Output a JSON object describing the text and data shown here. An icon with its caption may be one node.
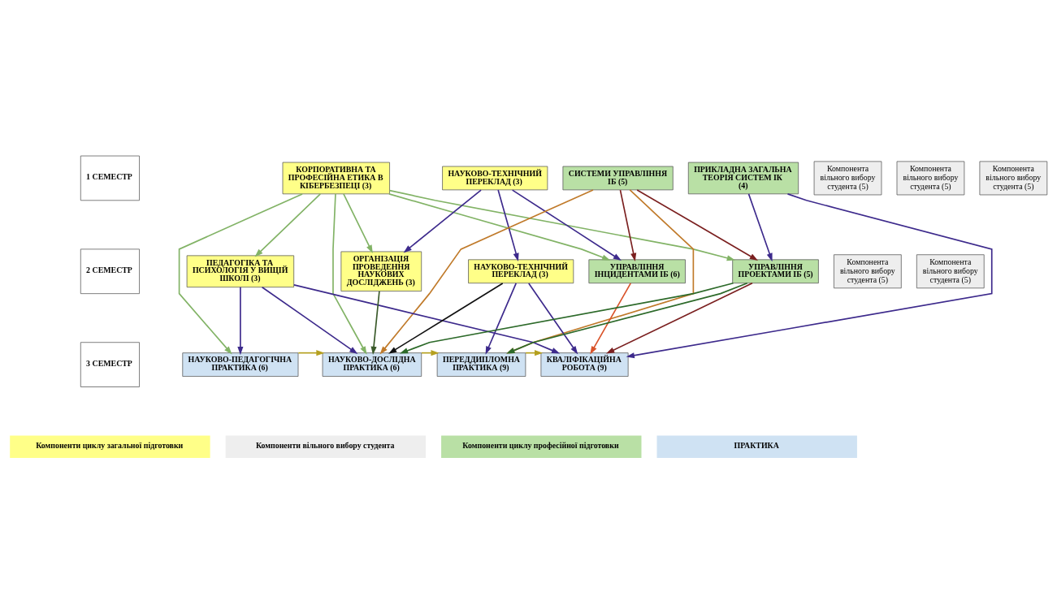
{
  "diagram": {
    "nodes": [
      {
        "text": [
          "1 СЕМЕСТР"
        ]
      },
      {
        "text": [
          "2 СЕМЕСТР"
        ]
      },
      {
        "text": [
          "3 СЕМЕСТР"
        ]
      },
      {
        "text": [
          "КОРПОРАТИВНА ТА ПРОФЕСІЙНА ЕТИКА В КІБЕРБЕЗПЕЦІ (3)"
        ]
      },
      {
        "text": [
          "НАУКОВО-ТЕХНІЧНИЙ ПЕРЕКЛАД (3)"
        ]
      },
      {
        "text": [
          "СИСТЕМИ УПРАВЛІННЯ ІБ (5)"
        ]
      },
      {
        "text": [
          "ПРИКЛАДНА ЗАГАЛЬНА ТЕОРІЯ СИСТЕМ ІК (4)"
        ]
      },
      {
        "text": [
          "Компонента вільного вибору студента (5)"
        ]
      },
      {
        "text": [
          "Компонента вільного вибору студента (5)"
        ]
      },
      {
        "text": [
          "Компонента вільного вибору студента (5)"
        ]
      },
      {
        "text": [
          "ПЕДАГОГІКА ТА ПСИХОЛОГІЯ У ВИЩІЙ ШКОЛІ (3)"
        ]
      },
      {
        "text": [
          "ОРГАНІЗАЦІЯ ПРОВЕДЕННЯ НАУКОВИХ ДОСЛІДЖЕНЬ (3)"
        ]
      },
      {
        "text": [
          "НАУКОВО-ТЕХНІЧНИЙ ПЕРЕКЛАД (3)"
        ]
      },
      {
        "text": [
          "УПРАВЛІННЯ ІНЦИДЕНТАМИ ІБ (6)"
        ]
      },
      {
        "text": [
          "УПРАВЛІННЯ ПРОЕКТАМИ ІБ (5)"
        ]
      },
      {
        "text": [
          "Компонента вільного вибору студента (5)"
        ]
      },
      {
        "text": [
          "Компонента вільного вибору студента (5)"
        ]
      },
      {
        "text": [
          "НАУКОВО-ПЕДАГОГІЧНА ПРАКТИКА (6)"
        ]
      },
      {
        "text": [
          "НАУКОВО-ДОСЛІДНА ПРАКТИКА (6)"
        ]
      },
      {
        "text": [
          "ПЕРЕДДИПЛОМНА ПРАКТИКА (9)"
        ]
      },
      {
        "text": [
          "КВАЛІФІКАЦІЙНА РОБОТА (9)"
        ]
      }
    ],
    "edges": [
      {
        "from": 3,
        "to": 10,
        "arrow": "to",
        "color": "#82b366"
      },
      {
        "from": 3,
        "to": 11,
        "arrow": "to",
        "color": "#82b366"
      },
      {
        "from": 3,
        "to": 13,
        "arrow": "to",
        "color": "#82b366"
      },
      {
        "from": 3,
        "to": 14,
        "arrow": "to",
        "color": "#82b366"
      },
      {
        "from": 3,
        "to": 17,
        "arrow": "to",
        "color": "#82b366"
      },
      {
        "from": 3,
        "to": 18,
        "arrow": "to",
        "color": "#82b366"
      },
      {
        "from": 4,
        "to": 11,
        "arrow": "to",
        "color": "#3d2a8c"
      },
      {
        "from": 4,
        "to": 12,
        "arrow": "to",
        "color": "#3d2a8c"
      },
      {
        "from": 4,
        "to": 13,
        "arrow": "to",
        "color": "#3d2a8c"
      },
      {
        "from": 5,
        "to": 18,
        "arrow": "to",
        "color": "#c07a2a"
      },
      {
        "from": 5,
        "to": 19,
        "arrow": "to",
        "color": "#c07a2a"
      },
      {
        "from": 5,
        "to": 13,
        "arrow": "to",
        "color": "#7b2020"
      },
      {
        "from": 5,
        "to": 14,
        "arrow": "to",
        "color": "#7b2020"
      },
      {
        "from": 6,
        "to": 14,
        "arrow": "to",
        "color": "#3d2a8c"
      },
      {
        "from": 6,
        "to": 20,
        "arrow": "to",
        "color": "#3d2a8c"
      },
      {
        "from": 10,
        "to": 17,
        "arrow": "to",
        "color": "#3d2a8c"
      },
      {
        "from": 10,
        "to": 18,
        "arrow": "to",
        "color": "#3d2a8c"
      },
      {
        "from": 10,
        "to": 20,
        "arrow": "to",
        "color": "#3d2a8c"
      },
      {
        "from": 11,
        "to": 18,
        "arrow": "to",
        "color": "#3a5a2a"
      },
      {
        "from": 12,
        "to": 18,
        "arrow": "to",
        "color": "#111111"
      },
      {
        "from": 12,
        "to": 19,
        "arrow": "to",
        "color": "#3d2a8c"
      },
      {
        "from": 12,
        "to": 20,
        "arrow": "to",
        "color": "#3d2a8c"
      },
      {
        "from": 13,
        "to": 20,
        "arrow": "to",
        "color": "#d9532a"
      },
      {
        "from": 14,
        "to": 18,
        "arrow": "to",
        "color": "#2d6a2a"
      },
      {
        "from": 14,
        "to": 19,
        "arrow": "to",
        "color": "#2d6a2a"
      },
      {
        "from": 14,
        "to": 20,
        "arrow": "to",
        "color": "#7b2020"
      },
      {
        "from": 17,
        "to": 18,
        "arrow": "to",
        "color": "#b5a020"
      },
      {
        "from": 18,
        "to": 19,
        "arrow": "to",
        "color": "#b5a020"
      },
      {
        "from": 19,
        "to": 20,
        "arrow": "to",
        "color": "#b5a020"
      }
    ],
    "legend": [
      {
        "text": "Компоненти циклу загальної підготовки",
        "color": "#ffff88"
      },
      {
        "text": "Компоненти вільного вибору студента",
        "color": "#eeeeee"
      },
      {
        "text": "Компоненти циклу професійної підготовки",
        "color": "#b9e0a5"
      },
      {
        "text": "ПРАКТИКА",
        "color": "#cfe2f3"
      }
    ]
  }
}
